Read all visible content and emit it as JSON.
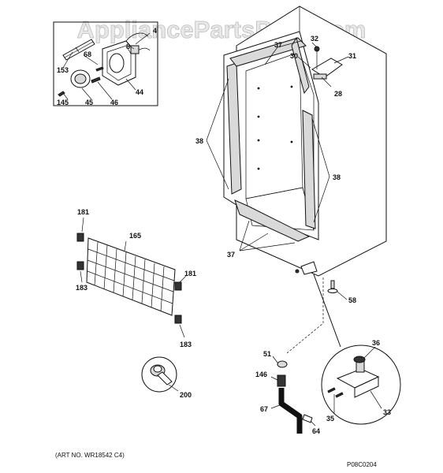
{
  "watermark": "AppliancePartsPros.com",
  "art_number": "(ART NO. WR18542 C4)",
  "diagram_code": "P08C0204",
  "labels": {
    "p4": "4",
    "p8": "8",
    "p32": "32",
    "p37a": "37",
    "p30": "30",
    "p31": "31",
    "p68": "68",
    "p153": "153",
    "p44": "44",
    "p28": "28",
    "p145": "145",
    "p45": "45",
    "p46": "46",
    "p38a": "38",
    "p38b": "38",
    "p181a": "181",
    "p165": "165",
    "p37b": "37",
    "p183a": "183",
    "p181b": "181",
    "p58": "58",
    "p183b": "183",
    "p36": "36",
    "p51": "51",
    "p200": "200",
    "p146": "146",
    "p67": "67",
    "p35": "35",
    "p33": "33",
    "p64": "64"
  }
}
